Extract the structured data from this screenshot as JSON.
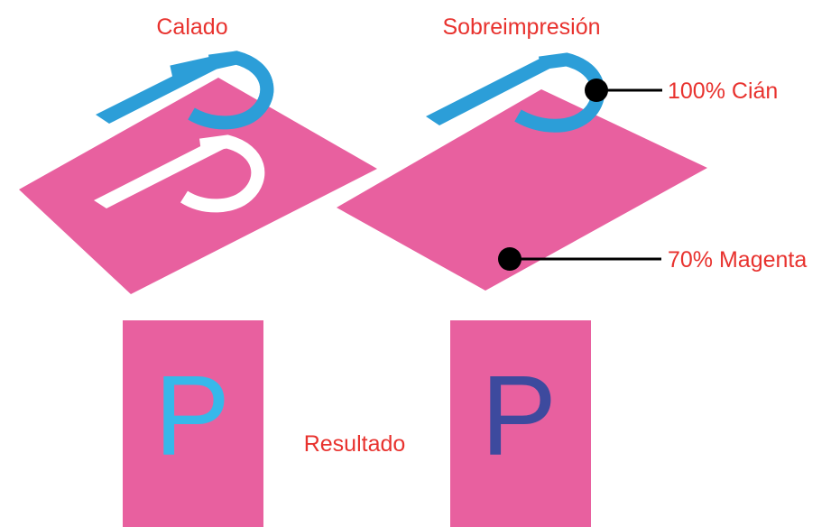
{
  "diagram": {
    "headings": {
      "knockout": "Calado",
      "overprint": "Sobreimpresión"
    },
    "callouts": {
      "cyan": "100% Cián",
      "magenta": "70% Magenta"
    },
    "result_label": "Resultado",
    "letters": {
      "knockout_plate": "P",
      "knockout_result": "P",
      "overprint_result": "P"
    },
    "colors": {
      "label_red": "#E8322E",
      "magenta": "#E8609F",
      "cyan": "#2C9ED8",
      "knockout_result_cyan": "#36B8EA",
      "overprint_result_blue": "#3D4A9E",
      "paper_white": "#FFFFFF",
      "marker": "#000000"
    }
  }
}
